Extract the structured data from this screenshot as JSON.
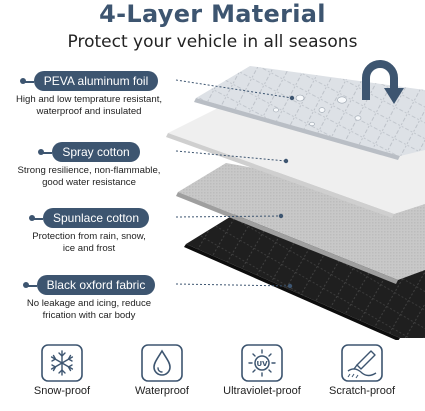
{
  "header": {
    "title": "4-Layer Material",
    "subtitle": "Protect your vehicle in all seasons"
  },
  "layers": [
    {
      "label": "PEVA aluminum foil",
      "desc_lines": [
        "High and low temprature resistant,",
        "waterproof and insulated"
      ]
    },
    {
      "label": "Spray cotton",
      "desc_lines": [
        "Strong resilience, non-flammable,",
        "good water resistance"
      ]
    },
    {
      "label": "Spunlace cotton",
      "desc_lines": [
        "Protection from rain, snow,",
        "ice and frost"
      ]
    },
    {
      "label": "Black oxford fabric",
      "desc_lines": [
        "No leakage and icing, reduce",
        "frication with car body"
      ]
    }
  ],
  "features": [
    {
      "label": "Snow-proof",
      "icon": "snowflake-icon"
    },
    {
      "label": "Waterproof",
      "icon": "water-drop-icon"
    },
    {
      "label": "Ultraviolet-proof",
      "icon": "uv-sun-icon"
    },
    {
      "label": "Scratch-proof",
      "icon": "scratch-blade-icon"
    }
  ],
  "colors": {
    "accent": "#3d5570",
    "foil": "#d9dde2",
    "spray": "#eeeeee",
    "spunlace": "#c6c6c6",
    "oxford": "#222222"
  }
}
